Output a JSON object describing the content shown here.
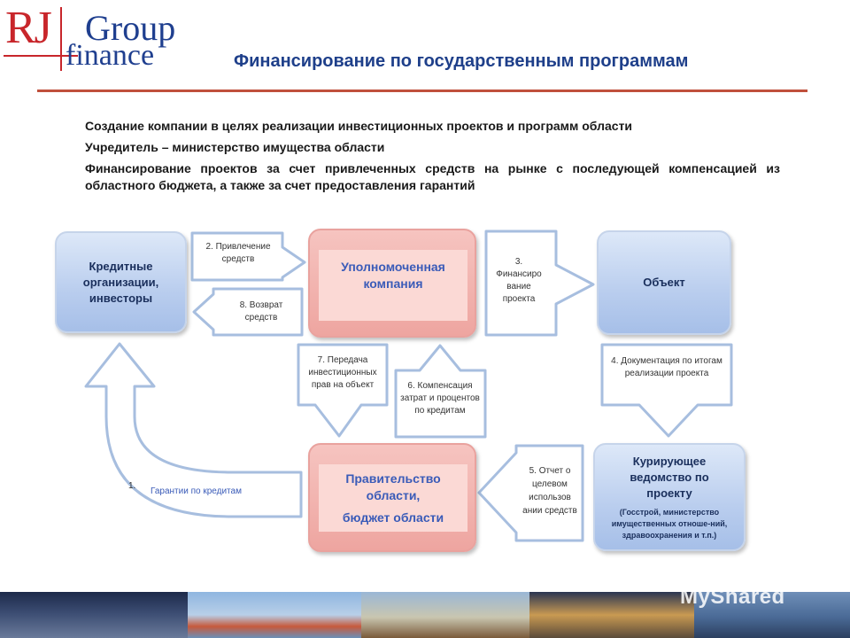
{
  "logo": {
    "part1": "RJ",
    "part2": "Group",
    "part3": "finance"
  },
  "title": "Финансирование по государственным программам",
  "bullets": [
    "Создание компании в целях реализации инвестиционных проектов и программ области",
    "Учредитель – министерство имущества области",
    "Финансирование проектов за счет привлеченных средств на рынке с последующей компенсацией из областного бюджета, а также за счет предоставления гарантий"
  ],
  "boxes": {
    "credit": "Кредитные организации, инвесторы",
    "company": "Уполномоченная компания",
    "object": "Объект",
    "gov_line1": "Правительство области,",
    "gov_line2": "бюджет области",
    "ministry_title": "Курирующее ведомство по проекту",
    "ministry_sub": "(Госстрой, министерство имущественных отноше-ний, здравоохранения и т.п.)"
  },
  "steps": {
    "s1_num": "1.",
    "s1": "Гарантии по кредитам",
    "s2": "2. Привлечение средств",
    "s3": "3. Финансиро вание проекта",
    "s4": "4. Документация по итогам реализации проекта",
    "s5": "5. Отчет о целевом использов ании средств",
    "s6": "6. Компенсация затрат и процентов по кредитам",
    "s7": "7. Передача инвестиционных прав на объект",
    "s8": "8. Возврат средств"
  },
  "watermark": "MyShared"
}
